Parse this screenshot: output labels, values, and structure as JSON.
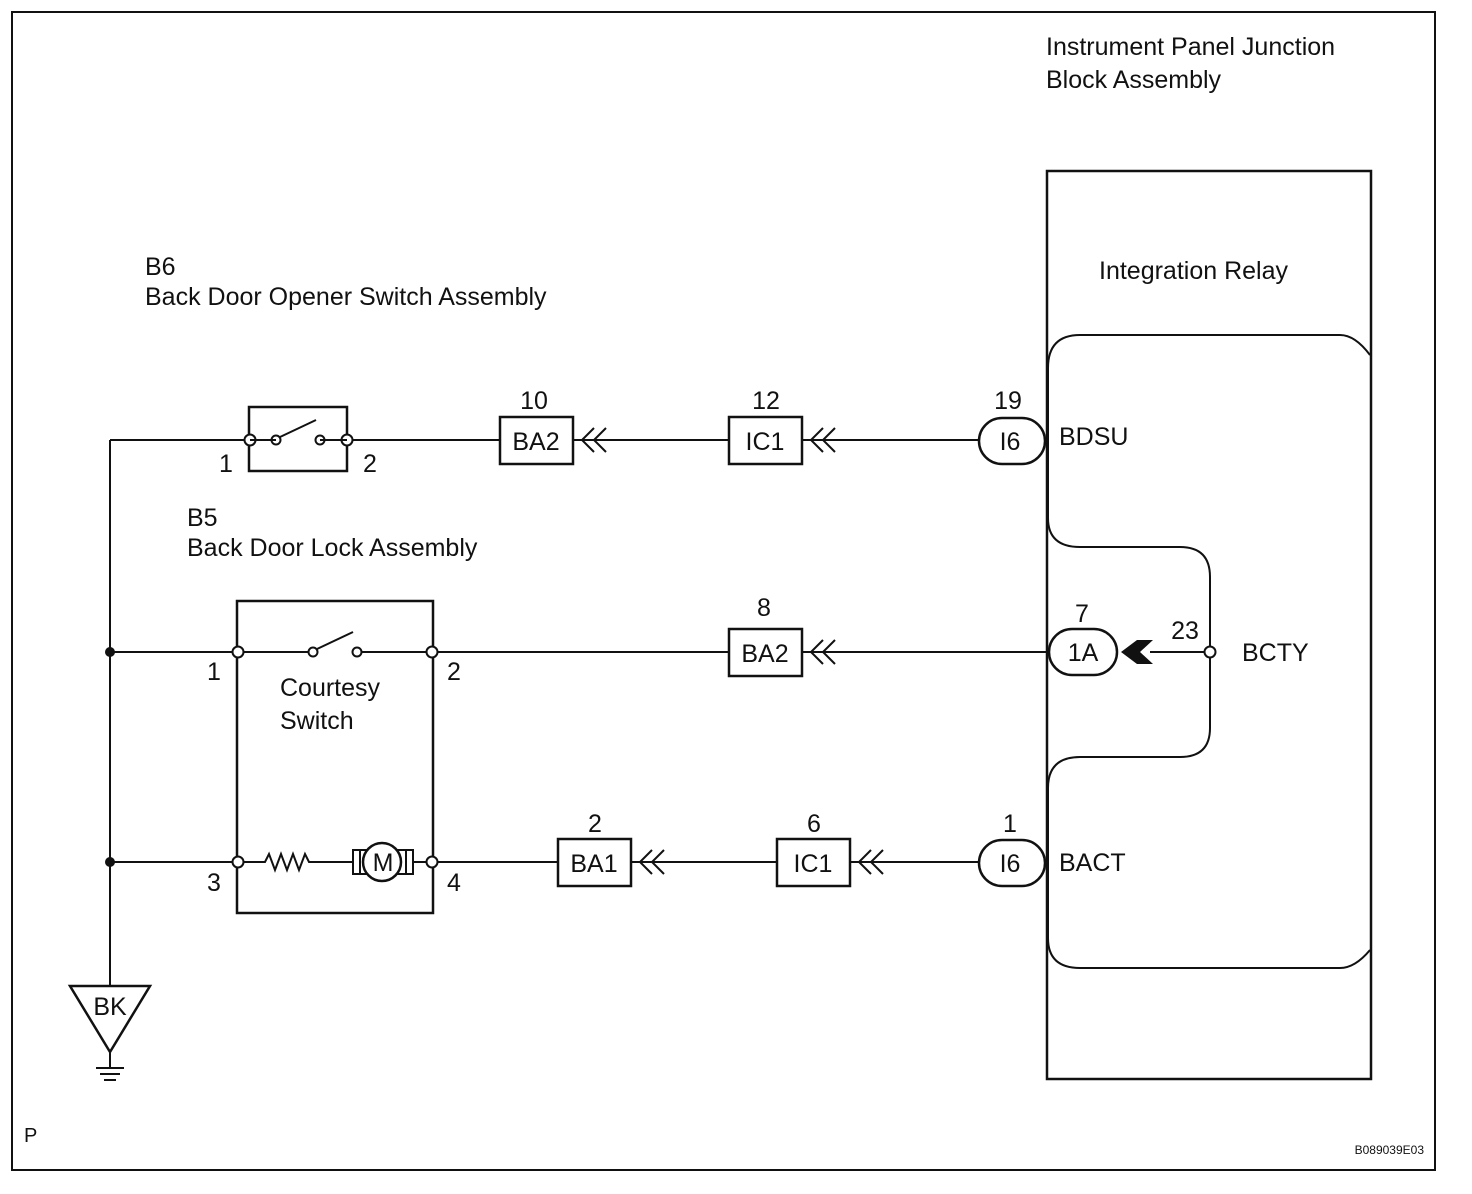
{
  "jb": {
    "title_1": "Instrument Panel Junction",
    "title_2": "Block Assembly",
    "relay": "Integration Relay"
  },
  "b6": {
    "code": "B6",
    "name": "Back Door Opener Switch Assembly",
    "pin1": "1",
    "pin2": "2"
  },
  "b5": {
    "code": "B5",
    "name": "Back Door Lock Assembly",
    "pin1": "1",
    "pin2": "2",
    "pin3": "3",
    "pin4": "4",
    "sw_1": "Courtesy",
    "sw_2": "Switch",
    "motor": "M"
  },
  "con": {
    "r1a": {
      "pin": "10",
      "name": "BA2"
    },
    "r1b": {
      "pin": "12",
      "name": "IC1"
    },
    "r1c": {
      "pin": "19",
      "name": "I6"
    },
    "r2a": {
      "pin": "8",
      "name": "BA2"
    },
    "r2b": {
      "pin": "7",
      "name": "1A"
    },
    "r2c": {
      "pin": "23"
    },
    "r3a": {
      "pin": "2",
      "name": "BA1"
    },
    "r3b": {
      "pin": "6",
      "name": "IC1"
    },
    "r3c": {
      "pin": "1",
      "name": "I6"
    }
  },
  "sig": {
    "bdsu": "BDSU",
    "bcty": "BCTY",
    "bact": "BACT"
  },
  "ground": "BK",
  "corner": "P",
  "code": "B089039E03"
}
